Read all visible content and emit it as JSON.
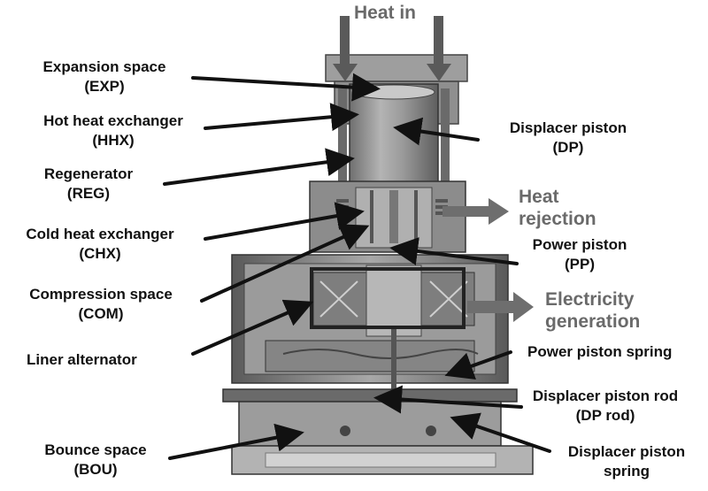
{
  "labels": {
    "heat_in": "Heat in",
    "expansion_space": {
      "name": "Expansion space",
      "abbr": "(EXP)"
    },
    "hot_hx": {
      "name": "Hot heat exchanger",
      "abbr": "(HHX)"
    },
    "regenerator": {
      "name": "Regenerator",
      "abbr": "(REG)"
    },
    "cold_hx": {
      "name": "Cold heat exchanger",
      "abbr": "(CHX)"
    },
    "compression_space": {
      "name": "Compression space",
      "abbr": "(COM)"
    },
    "liner_alternator": "Liner alternator",
    "bounce_space": {
      "name": "Bounce space",
      "abbr": "(BOU)"
    },
    "displacer_piston": {
      "name": "Displacer piston",
      "abbr": "(DP)"
    },
    "heat_rejection": {
      "line1": "Heat",
      "line2": "rejection"
    },
    "power_piston": {
      "name": "Power piston",
      "abbr": "(PP)"
    },
    "electricity_generation": {
      "line1": "Electricity",
      "line2": "generation"
    },
    "power_piston_spring": "Power piston spring",
    "displacer_piston_rod": {
      "name": "Displacer piston rod",
      "abbr": "(DP rod)"
    },
    "displacer_piston_spring": {
      "line1": "Displacer piston",
      "line2": "spring"
    }
  },
  "colors": {
    "label_text": "#111111",
    "flow_label_text": "#6a6a6a",
    "leader_arrow": "#111111",
    "flow_arrow": "#6e6e6e",
    "machine_body": "#8c8c8c",
    "machine_dark": "#4a4a4a",
    "machine_light": "#c8c8c8",
    "highlight_box": "#222222"
  }
}
